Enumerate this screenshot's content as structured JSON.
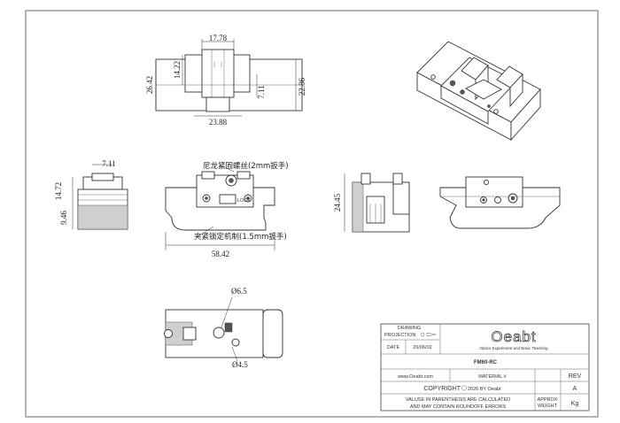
{
  "drawing": {
    "top_view": {
      "width_top": "17.78",
      "height_inner": "14.22",
      "height_outer": "26.42",
      "center": "7.11",
      "right_height": "22.86",
      "width_bottom": "23.88"
    },
    "side_view": {
      "top": "7.11",
      "height": "14.72",
      "base": "9.46"
    },
    "front_view": {
      "note_screw": "尼龙紧固螺丝(2mm扳手)",
      "note_lock": "夹紧锁定机制(1.5mm扳手)",
      "lock_label": "LOCK",
      "width": "58.42"
    },
    "right_view": {
      "height": "24.45"
    },
    "bottom_view": {
      "hole_top": "Ø6.5",
      "hole_bottom": "Ø4.5"
    }
  },
  "title_block": {
    "drawing_label": "DRAWING",
    "projection_label": "PROJECTION",
    "date_label": "DATE",
    "date_value": "26/06/02",
    "logo_text": "Oeabt",
    "logo_sub": "Optics Experiment and Basic Teaching",
    "part_name": "FM60-RC",
    "website": "www.Oeabt.com",
    "material_label": "MATERIAL #",
    "rev_label": "REV",
    "rev_value": "A",
    "copyright": "COPYRIGHT",
    "copyright_sub": "2026 BY Oeabt",
    "note_line1": "VALUSE IN PARENTHESIS ARE CALCULATED",
    "note_line2": "AND MAY CONTAIN ROUNDOFF ERRORS",
    "approx_label": "APPROX",
    "weight_label": "WEIGHT",
    "weight_unit": "Kg"
  }
}
